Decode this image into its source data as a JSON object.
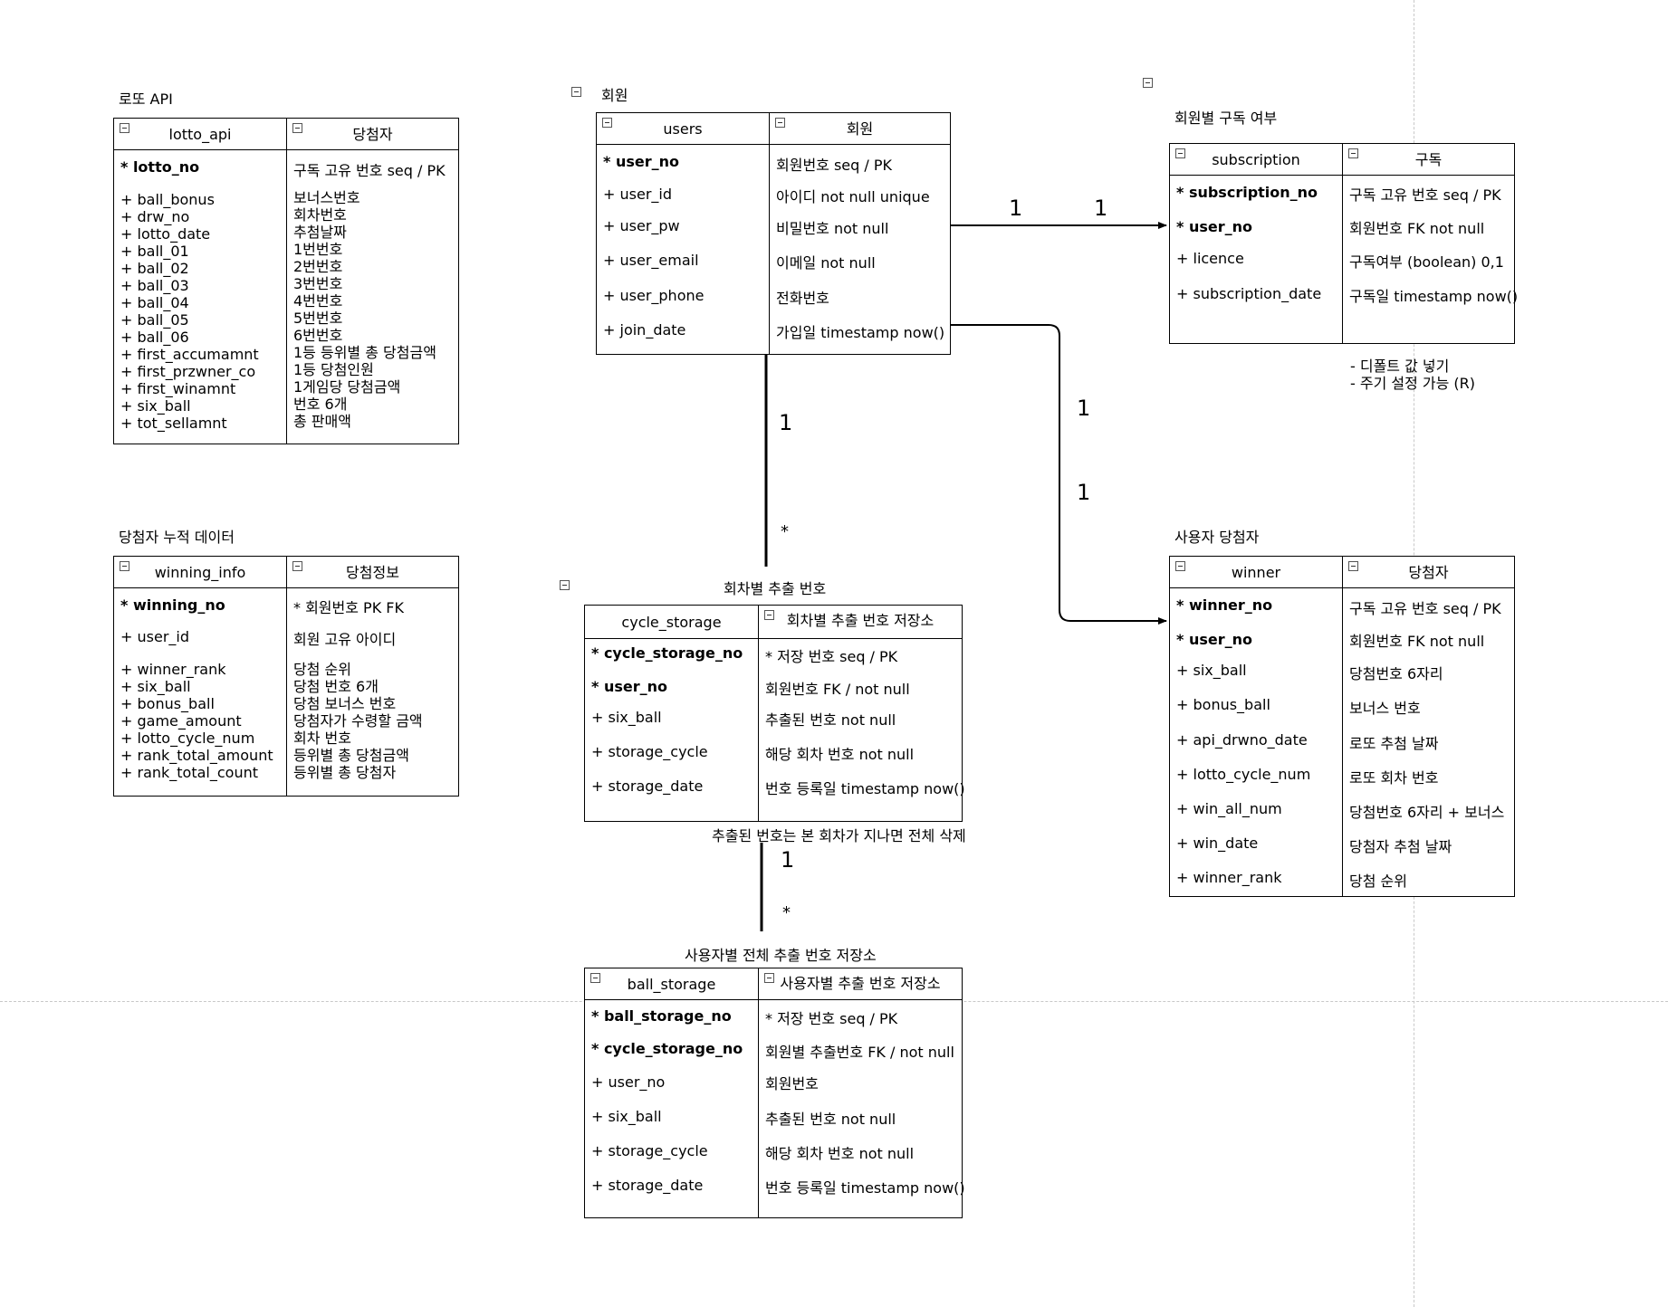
{
  "lotto": {
    "title": "로또 API",
    "left_header": "lotto_api",
    "right_header": "당첨자",
    "key_field": "* lotto_no",
    "key_desc": "구독 고유 번호 seq / PK",
    "fields": "+ ball_bonus\n+ drw_no\n+ lotto_date\n+ ball_01\n+ ball_02\n+ ball_03\n+ ball_04\n+ ball_05\n+ ball_06\n+ first_accumamnt\n+ first_przwner_co\n+ first_winamnt\n+ six_ball\n+ tot_sellamnt",
    "descs": "보너스번호\n회차번호\n추첨날짜\n1번번호\n2번번호\n3번번호\n4번번호\n5번번호\n6번번호\n1등 등위별 총 당첨금액\n1등 당첨인원\n1게임당 당첨금액\n번호 6개\n총 판매액"
  },
  "winning_info": {
    "title": "당첨자 누적 데이터",
    "left_header": "winning_info",
    "right_header": "당첨정보",
    "key_field": "* winning_no",
    "key_desc": "* 회원번호 PK FK",
    "field2": "+ user_id",
    "desc2": "회원 고유 아이디",
    "fields": "+ winner_rank\n+ six_ball\n+ bonus_ball\n+ game_amount\n+ lotto_cycle_num\n+ rank_total_amount\n+ rank_total_count",
    "descs": "당첨 순위\n당첨 번호 6개\n당첨 보너스 번호\n당첨자가 수령할 금액\n회차 번호\n등위별 총 당첨금액\n등위별 총 당첨자"
  },
  "users": {
    "title": "회원",
    "left_header": "users",
    "right_header": "회원",
    "rows": [
      {
        "field": "* user_no",
        "desc": "회원번호 seq / PK"
      },
      {
        "field": "+ user_id",
        "desc": "아이디 not null  unique"
      },
      {
        "field": "+ user_pw",
        "desc": "비밀번호 not null"
      },
      {
        "field": "+ user_email",
        "desc": "이메일  not null"
      },
      {
        "field": "+ user_phone",
        "desc": "전화번호"
      },
      {
        "field": "+ join_date",
        "desc": "가입일 timestamp now()"
      }
    ]
  },
  "subscription": {
    "title": "회원별 구독 여부",
    "left_header": "subscription",
    "right_header": "구독",
    "rows": [
      {
        "field": "* subscription_no",
        "desc": "구독 고유 번호 seq / PK"
      },
      {
        "field": "* user_no",
        "desc": "회원번호 FK not null"
      },
      {
        "field": "+ licence",
        "desc": "구독여부 (boolean) 0,1"
      },
      {
        "field": "+ subscription_date",
        "desc": "구독일 timestamp now()"
      }
    ],
    "note1": "- 디폴트 값 넣기",
    "note2": "- 주기 설정 가능 (R)"
  },
  "cycle_storage": {
    "title": "회차별 추출 번호",
    "left_header": "cycle_storage",
    "right_header": "회차별 추출 번호 저장소",
    "rows": [
      {
        "field": "* cycle_storage_no",
        "desc": "* 저장 번호 seq /  PK"
      },
      {
        "field": "* user_no",
        "desc": "회원번호  FK / not null"
      },
      {
        "field": "+ six_ball",
        "desc": "추출된 번호 not null"
      },
      {
        "field": "+ storage_cycle",
        "desc": "해당 회차 번호 not null"
      },
      {
        "field": "+ storage_date",
        "desc": "번호 등록일 timestamp now()"
      }
    ],
    "note": "추출된 번호는 본 회차가 지나면 전체 삭제"
  },
  "ball_storage": {
    "title": "사용자별 전체 추출 번호 저장소",
    "left_header": "ball_storage",
    "right_header": "사용자별 추출 번호 저장소",
    "rows": [
      {
        "field": "* ball_storage_no",
        "desc": "* 저장 번호 seq /  PK"
      },
      {
        "field": "* cycle_storage_no",
        "desc": "회원별 추출번호  FK / not null"
      },
      {
        "field": "+ user_no",
        "desc": "회원번호"
      },
      {
        "field": "+ six_ball",
        "desc": "추출된 번호 not null"
      },
      {
        "field": "+ storage_cycle",
        "desc": "해당 회차 번호 not null"
      },
      {
        "field": "+ storage_date",
        "desc": "번호 등록일 timestamp now()"
      }
    ]
  },
  "winner": {
    "title": "사용자 당첨자",
    "left_header": "winner",
    "right_header": "당첨자",
    "rows": [
      {
        "field": "* winner_no",
        "desc": "구독 고유 번호 seq / PK"
      },
      {
        "field": "* user_no",
        "desc": "회원번호 FK not null"
      },
      {
        "field": "+ six_ball",
        "desc": "당첨번호 6자리"
      },
      {
        "field": "+ bonus_ball",
        "desc": "보너스 번호"
      },
      {
        "field": "+ api_drwno_date",
        "desc": "로또 추첨 날짜"
      },
      {
        "field": "+ lotto_cycle_num",
        "desc": "로또 회차 번호"
      },
      {
        "field": "+ win_all_num",
        "desc": "당첨번호 6자리 + 보너스"
      },
      {
        "field": "+ win_date",
        "desc": "당첨자 추첨 날짜"
      },
      {
        "field": "+ winner_rank",
        "desc": "당첨 순위"
      }
    ]
  },
  "relations": {
    "users_sub_a": "1",
    "users_sub_b": "1",
    "users_winner_a": "1",
    "users_winner_b": "1",
    "users_cycle_one": "1",
    "users_cycle_many": "*",
    "cycle_ball_one": "1",
    "cycle_ball_many": "*"
  }
}
